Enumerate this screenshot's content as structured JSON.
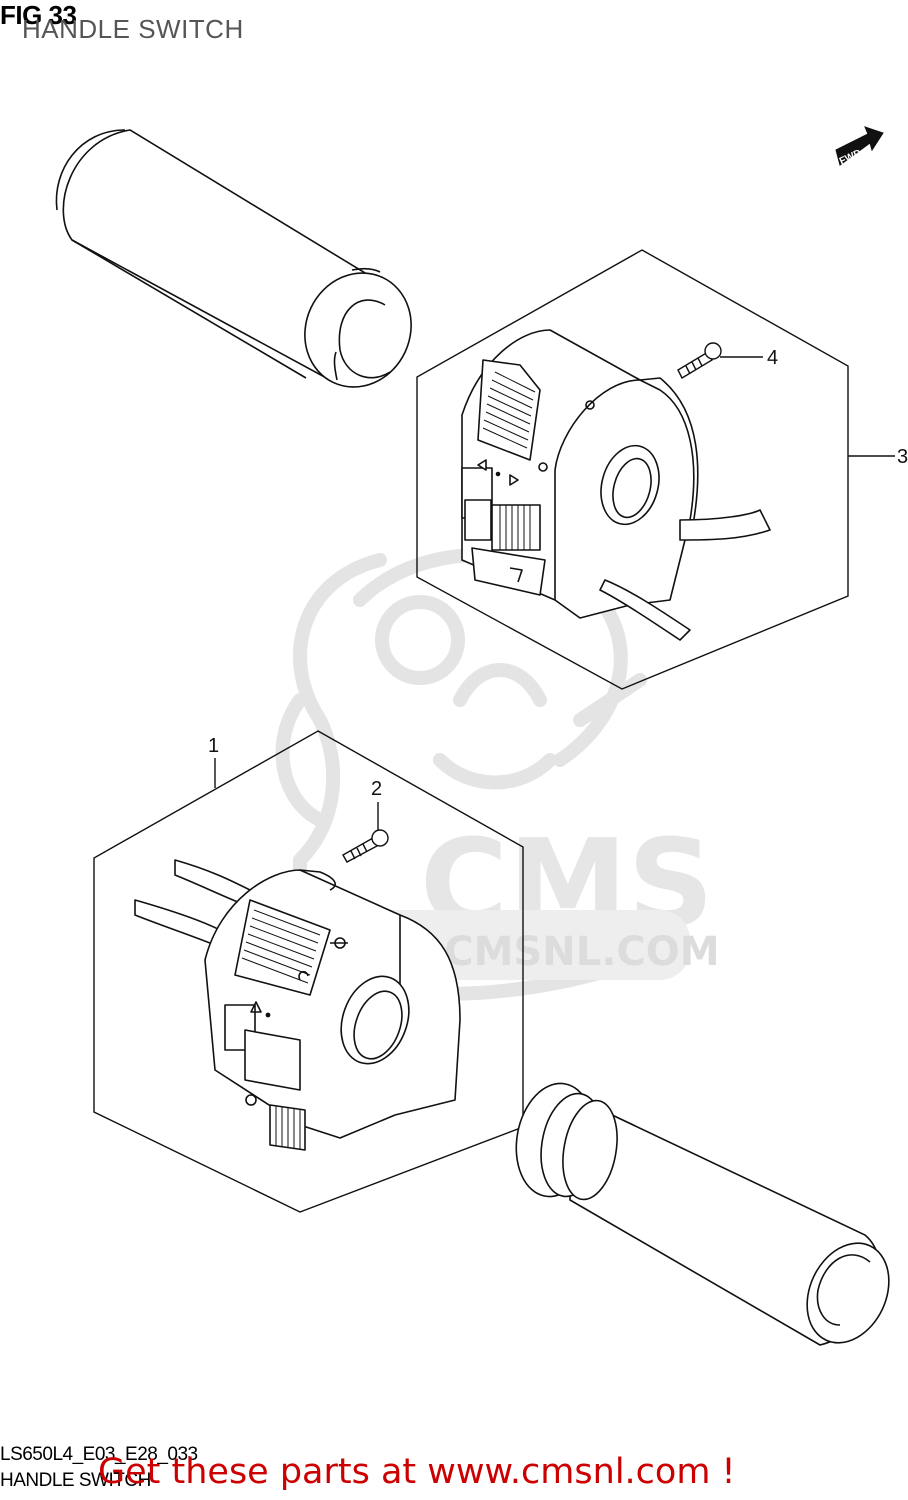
{
  "header": {
    "figure_number": "FIG 33",
    "figure_title": "HANDLE SWITCH"
  },
  "fwd_indicator": {
    "label": "FWD",
    "icon": "forward-arrow-icon"
  },
  "callouts": [
    {
      "number": "1",
      "part": "right/left handle switch assembly (lower)"
    },
    {
      "number": "2",
      "part": "screw (lower switch)"
    },
    {
      "number": "3",
      "part": "handle switch assembly (upper)"
    },
    {
      "number": "4",
      "part": "screw (upper switch)"
    }
  ],
  "watermark": {
    "brand": "CMS",
    "url": "WWW.CMSNL.COM",
    "color": "#e6e6e6"
  },
  "footer": {
    "model_code": "LS650L4_E03_E28_033",
    "section_name": "HANDLE SWITCH",
    "promo_text": "Get these parts at www.cmsnl.com !",
    "promo_color": "#cc0000"
  }
}
